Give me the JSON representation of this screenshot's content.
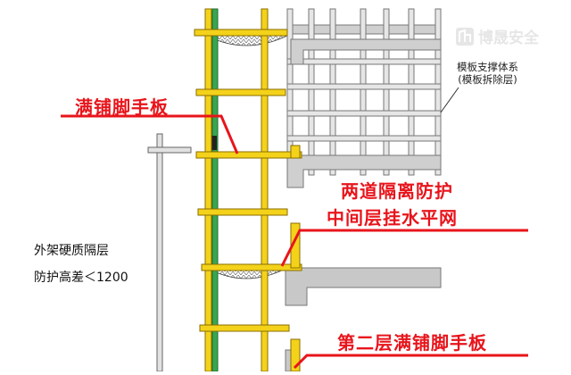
{
  "labels": {
    "full_plank": "满铺脚手板",
    "double_isolation_line1": "两道隔离防护",
    "double_isolation_line2": "中间层挂水平网",
    "second_full_plank": "第二层满铺脚手板",
    "hard_isolation_line1": "外架硬质隔层",
    "hard_isolation_line2": "防护高差＜1200",
    "formwork_support_line1": "模板支撑体系",
    "formwork_support_line2": "(模板拆除层)"
  },
  "watermark": {
    "text": "博晟安全",
    "icon": "building-logo-icon"
  },
  "colors": {
    "scaffold": "#f4d21a",
    "scaffold_edge": "#8a6d00",
    "mesh": "#2f9a48",
    "formwork": "#8a8a8a",
    "slab": "#c4c4c4",
    "callout": "#e8141b"
  }
}
